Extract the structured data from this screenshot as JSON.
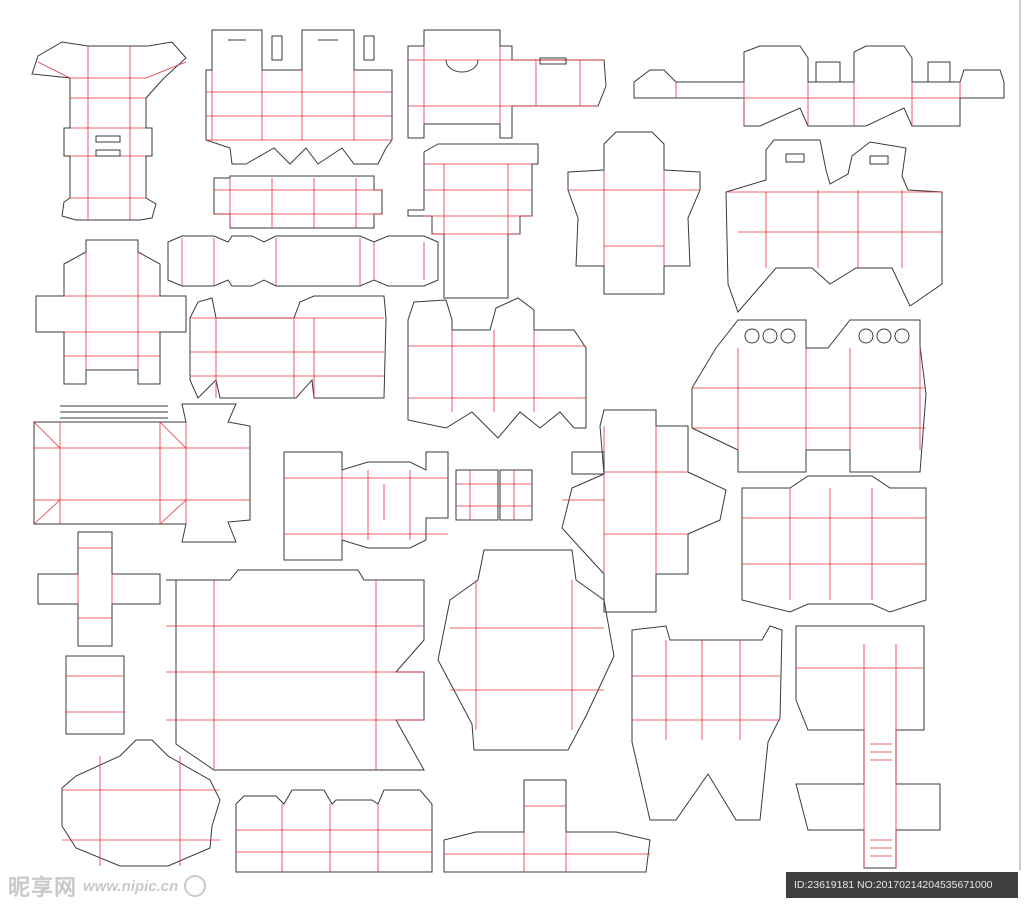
{
  "colors": {
    "cut_line": "#3a3a3a",
    "crease_line": "#e8313b",
    "background": "#ffffff",
    "watermark": "#c9c9c9",
    "id_strip_bg": "#3f3f3f"
  },
  "watermark": {
    "brand": "昵享网",
    "url": "www.nipic.cn",
    "icon": "nipic-logo-icon"
  },
  "footer": {
    "id_text": "ID:23619181 NO:20170214204535671000"
  }
}
